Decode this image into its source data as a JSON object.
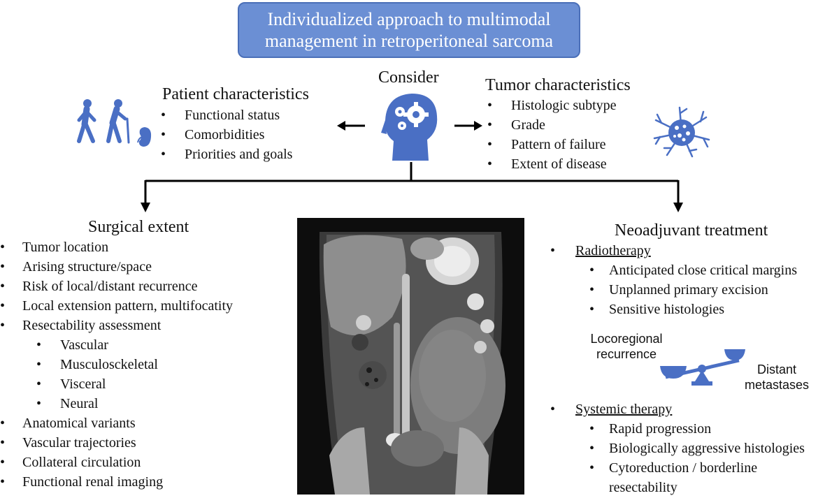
{
  "title": "Individualized approach to multimodal management in retroperitoneal sarcoma",
  "consider": "Consider",
  "patient": {
    "heading": "Patient characteristics",
    "items": [
      "Functional status",
      "Comorbidities",
      "Priorities and goals"
    ]
  },
  "tumor": {
    "heading": "Tumor characteristics",
    "items": [
      "Histologic subtype",
      "Grade",
      "Pattern of failure",
      "Extent of disease"
    ]
  },
  "surgical": {
    "heading": "Surgical extent",
    "items": [
      "Tumor location",
      "Arising structure/space",
      "Risk of local/distant recurrence",
      "Local extension pattern, multifocatity",
      "Resectability assessment",
      "Vascular",
      "Musculosckeletal",
      "Visceral",
      "Neural",
      "Anatomical variants",
      "Vascular trajectories",
      "Collateral circulation",
      "Functional renal imaging"
    ]
  },
  "neoadjuvant": {
    "heading": "Neoadjuvant treatment",
    "radiotherapy": "Radiotherapy",
    "radio_items": [
      "Anticipated close critical margins",
      "Unplanned primary excision",
      "Sensitive histologies"
    ],
    "balance_left": "Locoregional recurrence",
    "balance_right": "Distant metastases",
    "systemic": "Systemic therapy",
    "systemic_items": [
      "Rapid progression",
      "Biologically aggressive histologies",
      "Cytoreduction / borderline",
      "resectability"
    ]
  },
  "colors": {
    "accent": "#4a6fc4",
    "title_fill": "#6b8fd4",
    "line": "#000000"
  },
  "icons": [
    "walking-people-icon",
    "kidney-icon",
    "head-gears-icon",
    "tumor-cell-icon",
    "balance-scale-icon",
    "ct-scan-image"
  ]
}
